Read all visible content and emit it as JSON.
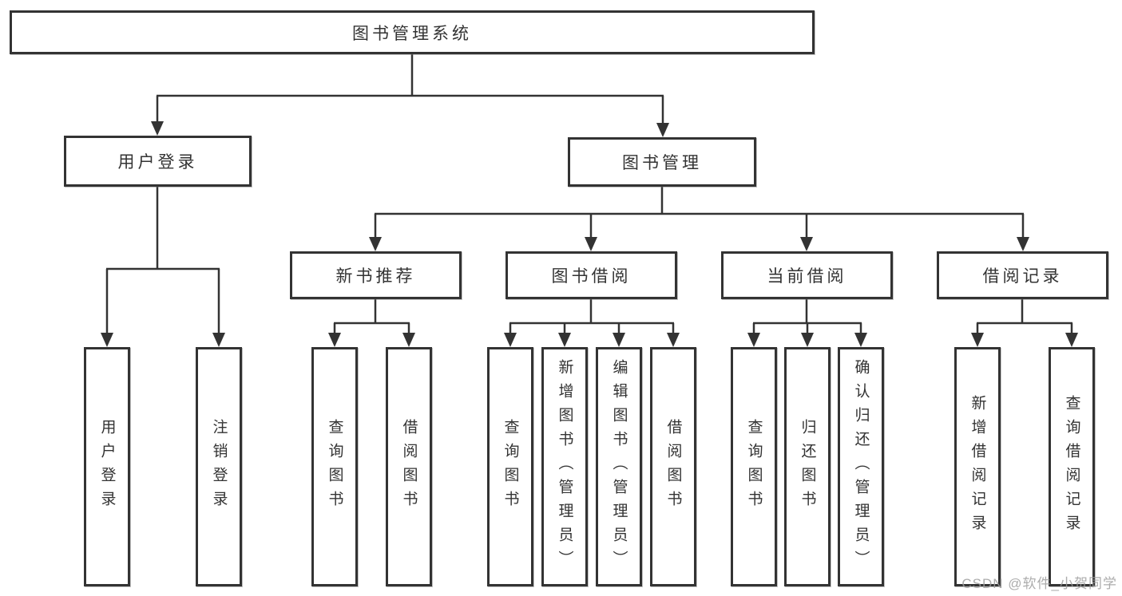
{
  "diagram": {
    "root": {
      "label": "图书管理系统"
    },
    "user_login": {
      "label": "用户登录",
      "children": [
        {
          "label": "用户登录"
        },
        {
          "label": "注销登录"
        }
      ]
    },
    "book_mgmt": {
      "label": "图书管理",
      "sections": [
        {
          "label": "新书推荐",
          "children": [
            {
              "label": "查询图书"
            },
            {
              "label": "借阅图书"
            }
          ]
        },
        {
          "label": "图书借阅",
          "children": [
            {
              "label": "查询图书"
            },
            {
              "label": "新增图书（管理员）"
            },
            {
              "label": "编辑图书（管理员）"
            },
            {
              "label": "借阅图书"
            }
          ]
        },
        {
          "label": "当前借阅",
          "children": [
            {
              "label": "查询图书"
            },
            {
              "label": "归还图书"
            },
            {
              "label": "确认归还（管理员）"
            }
          ]
        },
        {
          "label": "借阅记录",
          "children": [
            {
              "label": "新增借阅记录"
            },
            {
              "label": "查询借阅记录"
            }
          ]
        }
      ]
    }
  },
  "watermark": {
    "text": "CSDN @软件_小贺同学"
  },
  "colors": {
    "line": "#333333",
    "box_border": "#333333",
    "text": "#333333",
    "watermark": "#9e9e9e",
    "background": "#ffffff"
  }
}
